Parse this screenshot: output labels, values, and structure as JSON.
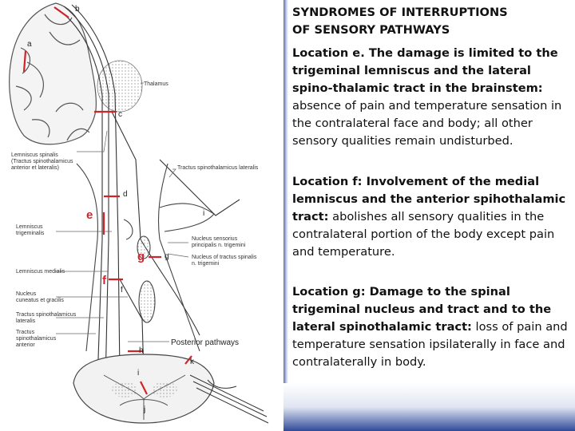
{
  "title_line1": "SYNDROMES OF INTERRUPTIONS",
  "title_line2": "OF SENSORY PATHWAYS",
  "paragraphs": {
    "e": {
      "lead": "Location e. The damage is limited to the trigeminal lemniscus and the lateral spino-thalamic tract in the brainstem:",
      "body": " absence of pain and temperature sensation in the contralateral face and body; all other sensory qualities remain undisturbed."
    },
    "f": {
      "lead": "Location f: Involvement of the medial lemniscus and the anterior spihothalamic tract:",
      "body": " abolishes all sensory qualities in the contralateral portion of the body except pain and temperature."
    },
    "g": {
      "lead": "Location g: Damage to the spinal trigeminal nucleus and tract and to the lateral spinothalamic tract:",
      "body": " loss of pain and temperature sensation ipsilaterally in face and contralaterally in body."
    }
  },
  "diagram": {
    "letters": {
      "a": "a",
      "b": "b",
      "c": "c",
      "d": "d",
      "e": "e",
      "f": "f",
      "g": "g",
      "h": "h",
      "i": "i",
      "j": "j",
      "k": "k",
      "f_small": "f",
      "g_small": "g"
    },
    "labels": {
      "thalamus": "Thalamus",
      "lemniscus_spinalis_1": "Lemniscus spinalis",
      "lemniscus_spinalis_2": "(Tractus spinothalamicus",
      "lemniscus_spinalis_3": "anterior et lateralis)",
      "tractus_sp_lat": "Tractus spinothalamicus lateralis",
      "lemniscus_trig_1": "Lemniscus",
      "lemniscus_trig_2": "trigeminalis",
      "nucleus_sens_1": "Nucleus sensorius",
      "nucleus_sens_2": "principalis n. trigemini",
      "nucleus_spinalis_1": "Nucleus of tractus spinalis",
      "nucleus_spinalis_2": "n. trigemini",
      "lemniscus_medialis": "Lemniscus medialis",
      "nucleus_cuneatus_1": "Nucleus",
      "nucleus_cuneatus_2": "cuneatus et gracilis",
      "tr_sp_lat_1": "Tractus spinothalamicus",
      "tr_sp_lat_2": "lateralis",
      "tr_sp_ant_1": "Tractus",
      "tr_sp_ant_2": "spinothalamicus",
      "tr_sp_ant_3": "anterior",
      "posterior_pathways": "Posterior pathways"
    },
    "colors": {
      "lesion_marker": "#d0242b",
      "line": "#333333",
      "shading": "#a9a9a9"
    }
  }
}
